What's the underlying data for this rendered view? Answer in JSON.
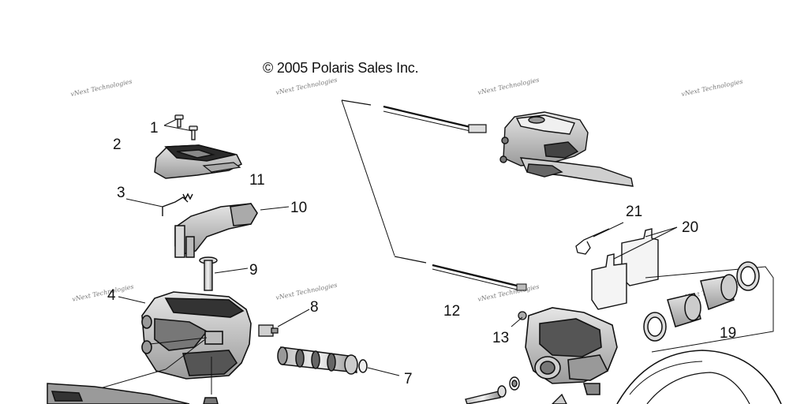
{
  "copyright": "© 2005 Polaris Sales Inc.",
  "watermark": "vNext Technologies",
  "callouts": [
    "1",
    "2",
    "3",
    "4",
    "7",
    "8",
    "9",
    "10",
    "11",
    "12",
    "13",
    "19",
    "20",
    "21"
  ]
}
